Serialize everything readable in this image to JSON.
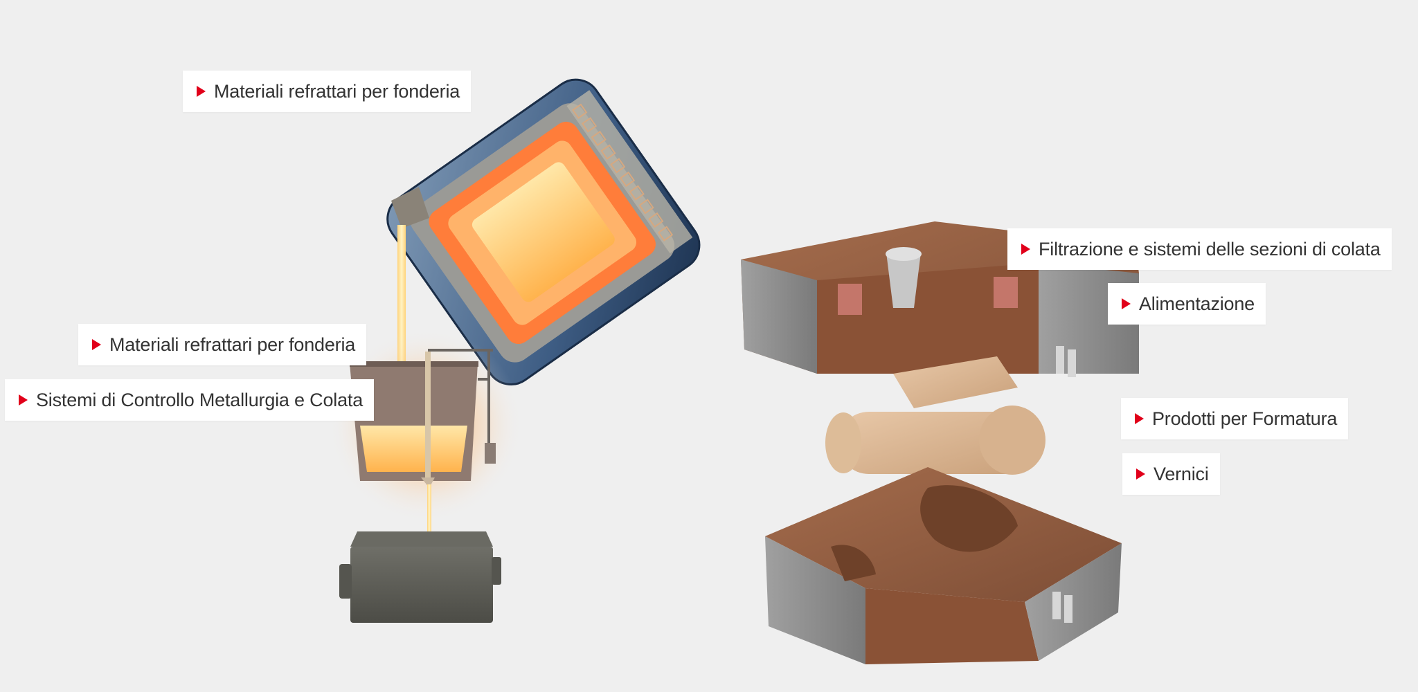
{
  "callouts": {
    "furnace_refractories": {
      "label": "Materiali refrattari per fonderia",
      "icon": "arrow-right-icon"
    },
    "ladle_refractories": {
      "label": "Materiali refrattari per fonderia",
      "icon": "arrow-right-icon"
    },
    "metallurgy_control": {
      "label": "Sistemi di Controllo Metallurgia e Colata",
      "icon": "arrow-right-icon"
    },
    "filtration": {
      "label": "Filtrazione e sistemi delle sezioni di colata",
      "icon": "arrow-right-icon"
    },
    "feeding": {
      "label": "Alimentazione",
      "icon": "arrow-right-icon"
    },
    "moulding_products": {
      "label": "Prodotti per Formatura",
      "icon": "arrow-right-icon"
    },
    "coatings": {
      "label": "Vernici",
      "icon": "arrow-right-icon"
    }
  },
  "colors": {
    "background": "#efefef",
    "accent": "#e1001a",
    "text": "#333333",
    "callout_bg": "#ffffff"
  }
}
